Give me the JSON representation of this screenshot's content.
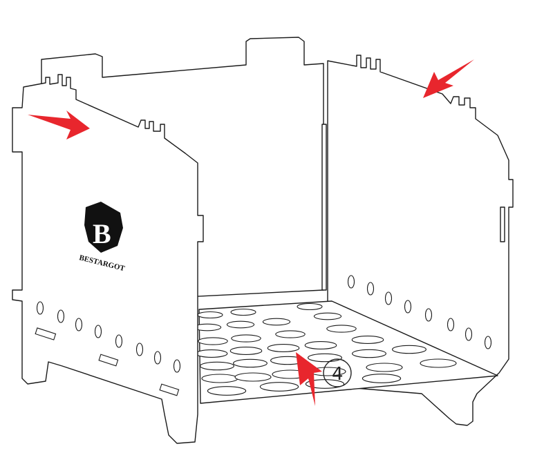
{
  "brand": {
    "name": "BESTARGOT",
    "logo_letter": "B"
  },
  "step_marker": {
    "label": "4"
  },
  "colors": {
    "arrow": "#e8262d",
    "outline": "#1a1a1a"
  },
  "icons": [
    "logo-shield-icon",
    "red-arrow-icon"
  ]
}
